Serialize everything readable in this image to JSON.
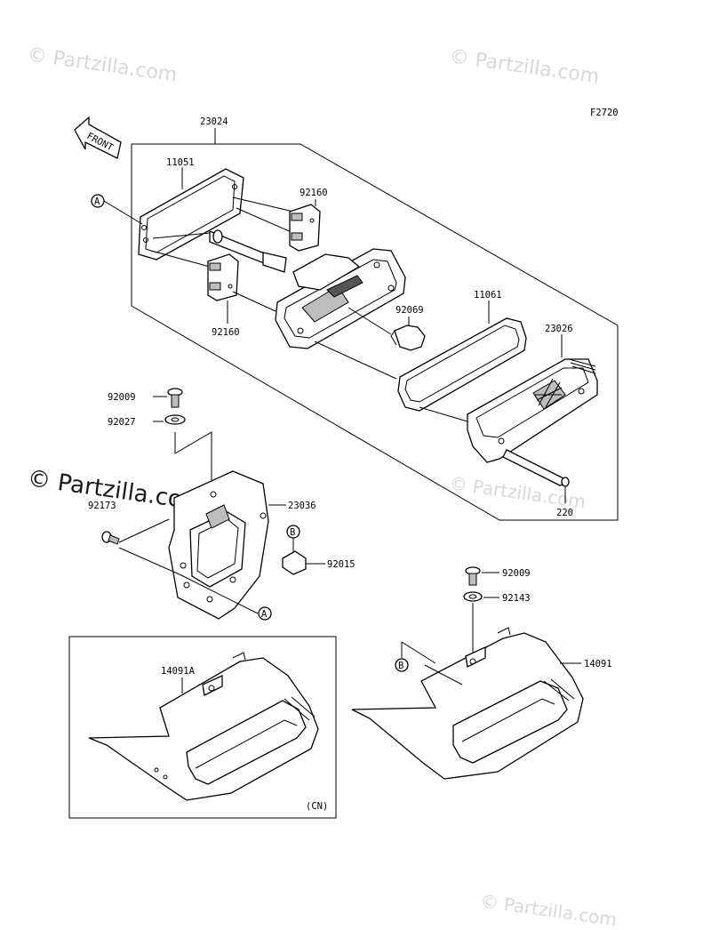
{
  "figure_code": "F2720",
  "watermarks": {
    "top_left": "© Partzilla.com",
    "top_right": "© Partzilla.com",
    "middle_left": "© Partzilla.com",
    "middle_right": "© Partzilla.com",
    "bottom_right": "© Partzilla.com"
  },
  "front_arrow": "FRONT",
  "ref_markers": {
    "a": "A",
    "b": "B"
  },
  "parts": {
    "p23024": "23024",
    "p11051": "11051",
    "p92160_top": "92160",
    "p92160_bottom": "92160",
    "p92069": "92069",
    "p11061": "11061",
    "p23026": "23026",
    "p220": "220",
    "p92009_left": "92009",
    "p92027": "92027",
    "p92173": "92173",
    "p23036": "23036",
    "p92015": "92015",
    "p92009_right": "92009",
    "p92143": "92143",
    "p14091": "14091",
    "p14091A": "14091A"
  },
  "cn_label": "(CN)"
}
